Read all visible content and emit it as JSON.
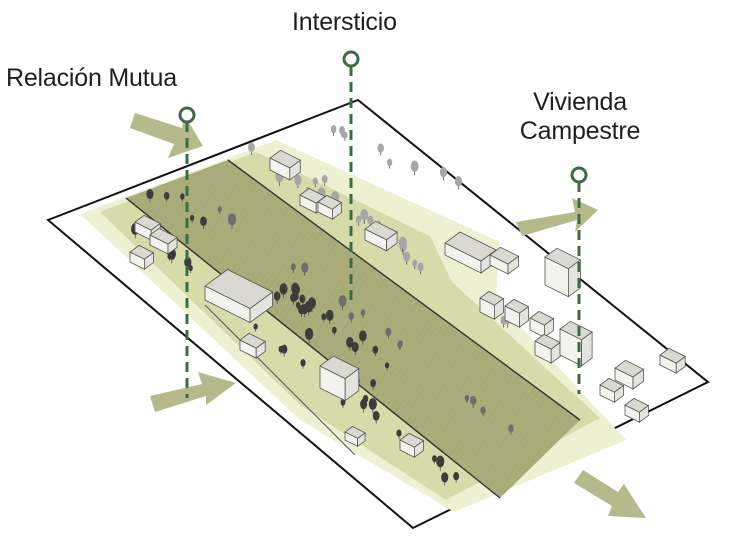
{
  "labels": {
    "interstitial": "Intersticio",
    "mutual_relation": "Relación Mutua",
    "rural_housing_line1": "Vivienda",
    "rural_housing_line2": "Campestre"
  },
  "colors": {
    "background": "#ffffff",
    "parcel_fill": "#ffffff",
    "parcel_outline": "#111111",
    "outer_band": "#eef0d2",
    "middle_band": "#d7dbaa",
    "core_zone": "#aaad79",
    "core_texture": "#8f935f",
    "arrow": "#b6b98a",
    "marker_line": "#3e6b43",
    "building_fill": "#f2f2ee",
    "building_roof": "#d9d9d2",
    "building_edge": "#555555",
    "tree_dark": "#3c3c3c",
    "tree_mid": "#6e6e6e",
    "tree_light": "#a6a6a6"
  },
  "markers": [
    {
      "name": "marker-interstitial",
      "label_key": "interstitial"
    },
    {
      "name": "marker-mutual-relation",
      "label_key": "mutual_relation"
    },
    {
      "name": "marker-rural-housing",
      "label_key": "rural_housing_line1"
    }
  ],
  "flow_arrows": [
    {
      "name": "arrow-inflow-top-left",
      "direction": "in"
    },
    {
      "name": "arrow-outflow-right",
      "direction": "out"
    },
    {
      "name": "arrow-inflow-bottom-left",
      "direction": "in"
    },
    {
      "name": "arrow-outflow-bottom-right",
      "direction": "out"
    }
  ]
}
